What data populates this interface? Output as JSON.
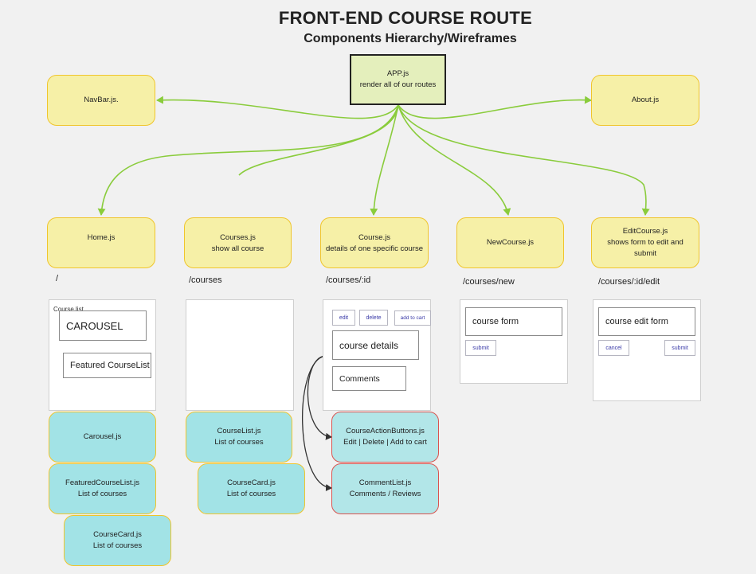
{
  "title": "FRONT-END COURSE ROUTE",
  "subtitle": "Components Hierarchy/Wireframes",
  "app": {
    "name": "APP.js",
    "desc": "render all of our routes"
  },
  "navbar": {
    "name": "NavBar.js."
  },
  "about": {
    "name": "About.js"
  },
  "routes": {
    "home": {
      "name": "Home.js",
      "desc": "",
      "path": "/"
    },
    "courses": {
      "name": "Courses.js",
      "desc": "show all course",
      "path": "/courses"
    },
    "course": {
      "name": "Course.js",
      "desc": "details of one specific course",
      "path": "/courses/:id"
    },
    "newcourse": {
      "name": "NewCourse.js",
      "desc": "",
      "path": "/courses/new"
    },
    "editcourse": {
      "name": "EditCourse.js",
      "desc": "shows form to edit and submit",
      "path": "/courses/:id/edit"
    }
  },
  "wireframes": {
    "home": {
      "partial_label": "Course list",
      "carousel": "CAROUSEL",
      "featured": "Featured CourseList"
    },
    "course": {
      "edit": "edit",
      "delete": "delete",
      "add_to_cart": "add to cart",
      "details": "course details",
      "comments": "Comments"
    },
    "newcourse": {
      "form": "course form",
      "submit": "submit"
    },
    "editcourse": {
      "form": "course edit form",
      "cancel": "cancel",
      "submit": "submit"
    }
  },
  "components": {
    "carousel": {
      "name": "Carousel.js",
      "desc": ""
    },
    "featured_list": {
      "name": "FeaturedCourseList.js",
      "desc": "List of courses"
    },
    "home_card": {
      "name": "CourseCard.js",
      "desc": "List of courses"
    },
    "course_list": {
      "name": "CourseList.js",
      "desc": "List of courses"
    },
    "courses_card": {
      "name": "CourseCard.js",
      "desc": "List of courses"
    },
    "action_buttons": {
      "name": "CourseActionButtons.js",
      "desc": "Edit | Delete | Add to cart"
    },
    "comment_list": {
      "name": "CommentList.js",
      "desc": "Comments / Reviews"
    }
  },
  "colors": {
    "arrow_green": "#8acc3c",
    "arrow_dark": "#333333",
    "yellow_fill": "#f6f0a7",
    "yellow_border": "#f0c52b",
    "cyan_fill": "#a2e3e6",
    "red_border": "#d9534f",
    "app_fill": "#e4efbc"
  }
}
